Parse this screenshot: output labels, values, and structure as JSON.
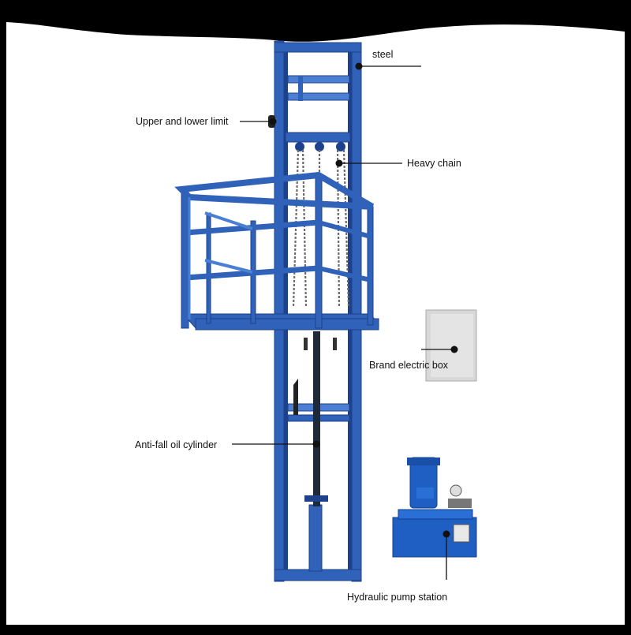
{
  "labels": {
    "steel": "steel",
    "upper_lower_limit": "Upper and lower limit",
    "heavy_chain": "Heavy chain",
    "electric_box": "Brand electric box",
    "oil_cylinder": "Anti-fall oil cylinder",
    "pump_station": "Hydraulic pump station"
  },
  "colors": {
    "frame_blue": "#2f62b8",
    "frame_blue_dark": "#1d418a",
    "frame_blue_light": "#4b7fd3",
    "background": "#ffffff",
    "border": "#000000",
    "leader_line": "#111111",
    "chain": "#6b6b6b",
    "electric_box": "#d8d8d8",
    "pump_blue": "#1f5fc4"
  },
  "icons": {
    "steel": "dot-marker-icon",
    "limit": "dot-marker-icon",
    "chain": "dot-marker-icon",
    "box": "dot-marker-icon",
    "cylinder": "dot-marker-icon",
    "pump": "dot-marker-icon"
  }
}
